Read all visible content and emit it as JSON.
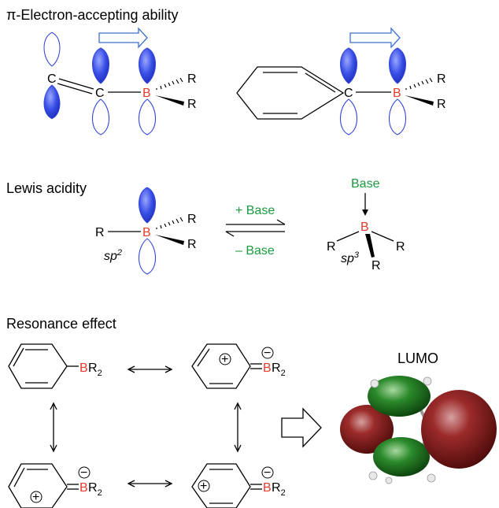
{
  "sections": {
    "pi": {
      "title": "π-Electron-accepting ability",
      "atoms": {
        "c": "C",
        "b": "B",
        "r": "R"
      }
    },
    "lewis": {
      "title": "Lewis acidity",
      "r": "R",
      "b": "B",
      "sp2": "sp",
      "sp2_sup": "2",
      "sp3": "sp",
      "sp3_sup": "3",
      "base": "Base",
      "plus_base": "+ Base",
      "minus_base": "– Base"
    },
    "resonance": {
      "title": "Resonance effect",
      "br2": {
        "b": "B",
        "r": "R",
        "sub": "2"
      },
      "plus": "+",
      "minus": "−",
      "lumo": "LUMO"
    }
  },
  "colors": {
    "boron": "#e53b2c",
    "base_text": "#1a9b3d",
    "orbital": "#3346d8",
    "lumo_red": "#8b1a1a",
    "lumo_green": "#1f7d27"
  }
}
